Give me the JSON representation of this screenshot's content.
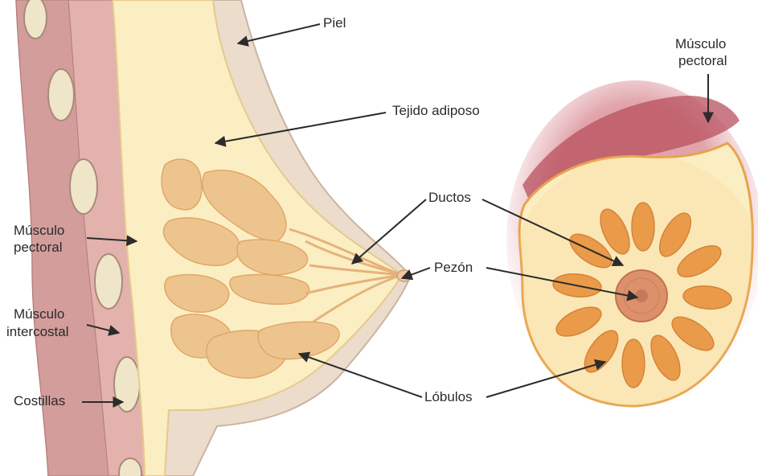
{
  "labels": {
    "piel": "Piel",
    "tejido_adiposo": "Tejido adiposo",
    "ductos": "Ductos",
    "pezon": "Pezón",
    "lobulos": "Lóbulos",
    "musculo_pectoral_left_1": "Músculo",
    "musculo_pectoral_left_2": "pectoral",
    "musculo_intercostal_1": "Músculo",
    "musculo_intercostal_2": "intercostal",
    "costillas": "Costillas",
    "musculo_pectoral_right_1": "Músculo",
    "musculo_pectoral_right_2": "pectoral"
  },
  "colors": {
    "skin": "#ebdccb",
    "skin_edge": "#c9b4a0",
    "fat": "#fbeec3",
    "fat_edge": "#e8c98a",
    "lobule": "#eec48e",
    "lobule_dark": "#e9a25a",
    "muscle": "#d9a4a2",
    "muscle_dark": "#b46e74",
    "rib": "#efe6c9",
    "nipple": "#d98c62",
    "arrow": "#2b2b2b"
  }
}
